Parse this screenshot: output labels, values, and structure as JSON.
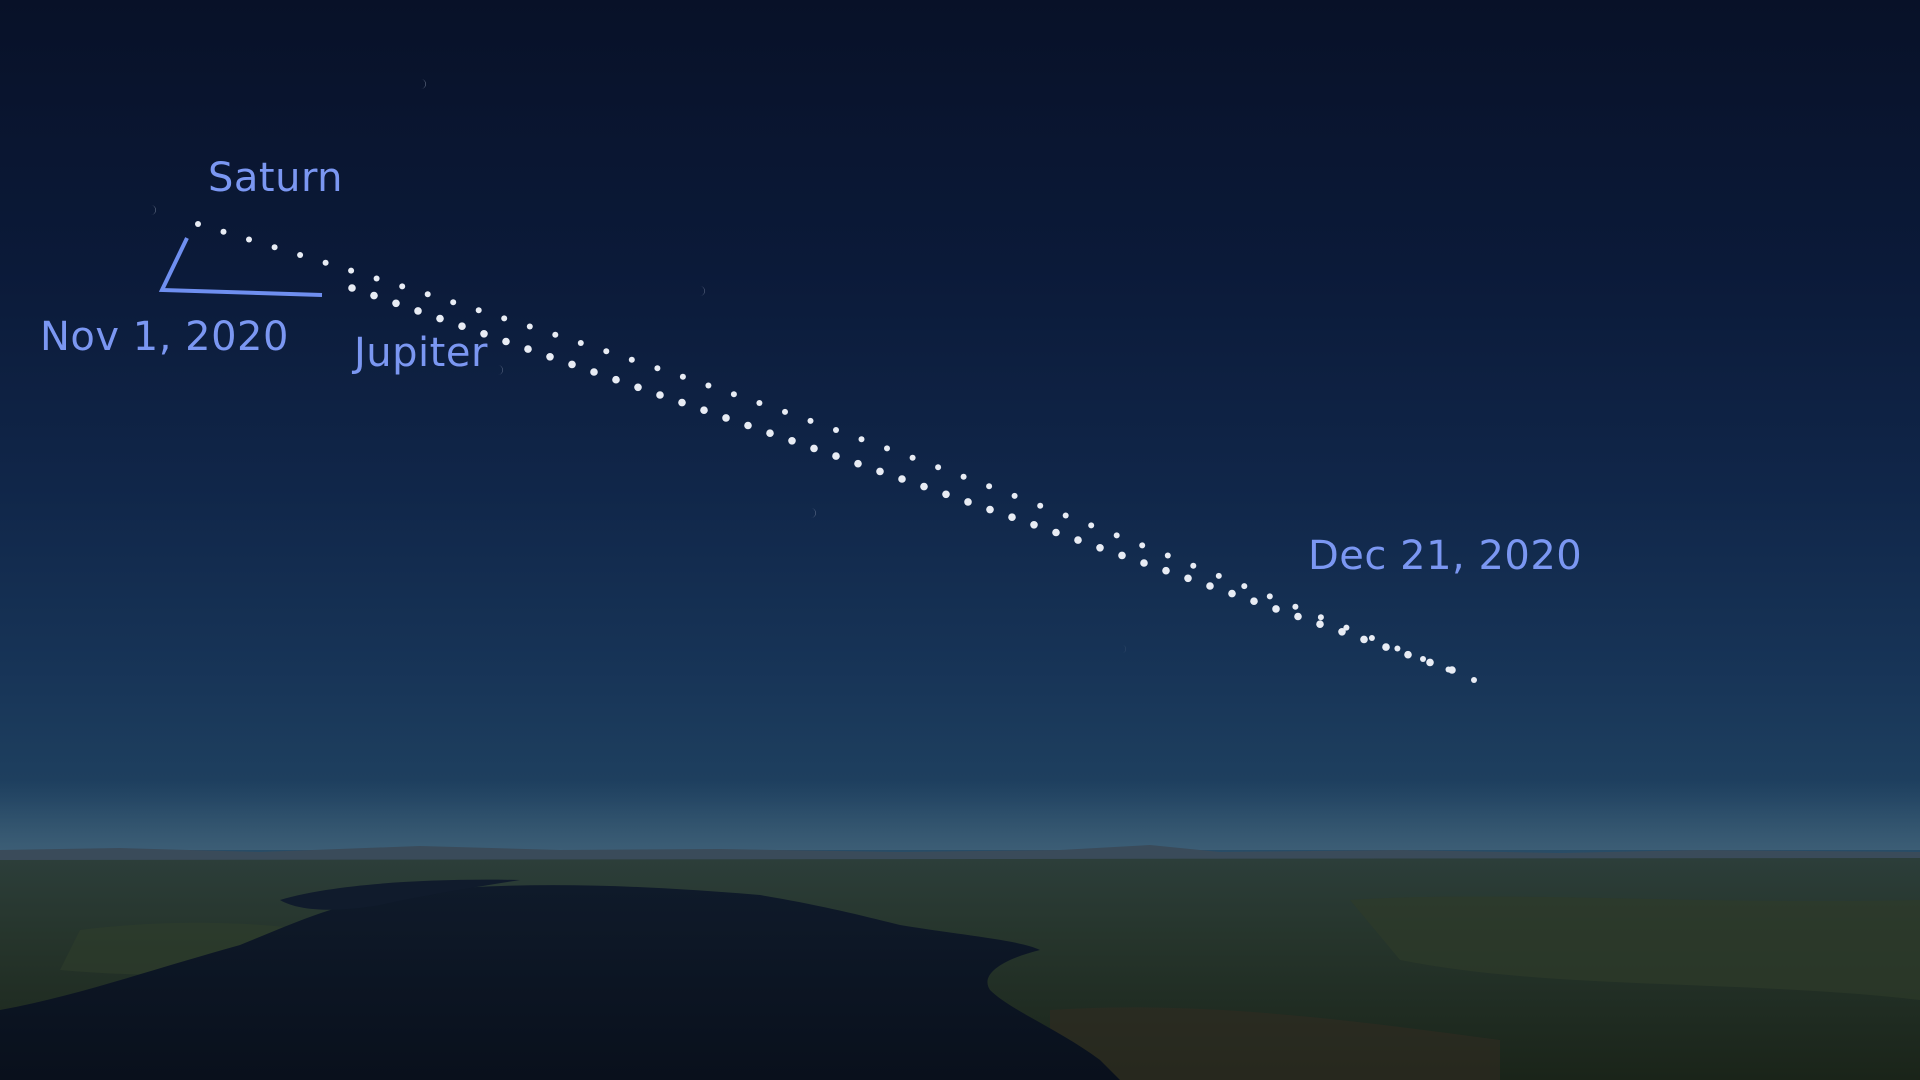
{
  "labels": {
    "saturn": "Saturn",
    "jupiter": "Jupiter",
    "start_date": "Nov 1, 2020",
    "end_date": "Dec 21, 2020"
  },
  "colors": {
    "label": "#7b97f2",
    "pointer": "#6f8ff0",
    "planet_dot": "#e8ecf4"
  },
  "icons": {
    "pointer": "bracket-pointer-icon",
    "moon": "crescent-moon-icon"
  }
}
